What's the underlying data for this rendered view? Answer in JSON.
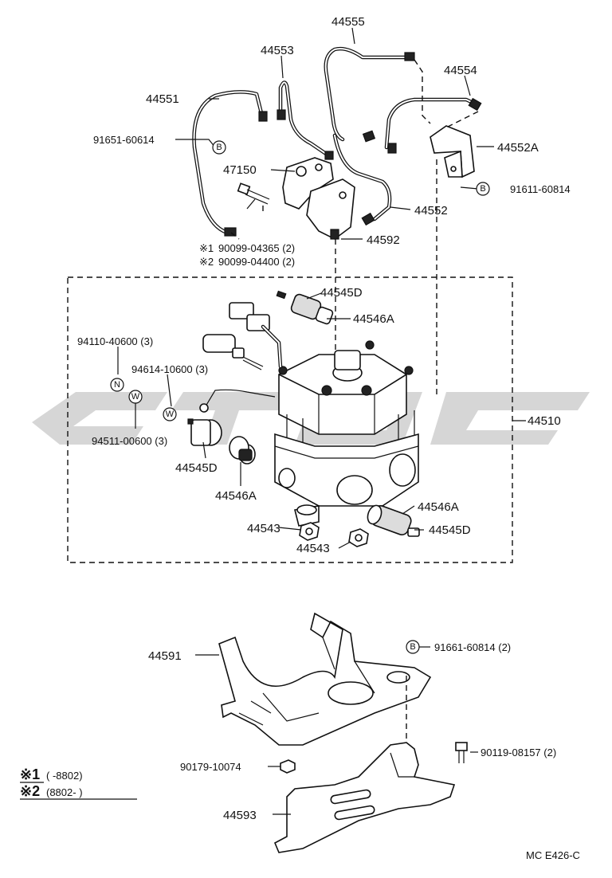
{
  "parts": {
    "p44555": "44555",
    "p44553": "44553",
    "p44554": "44554",
    "p44551": "44551",
    "p91651_60614": "91651-60614",
    "p47150": "47150",
    "p44552A": "44552A",
    "p91611_60814": "91611-60814",
    "p44552": "44552",
    "p44592": "44592",
    "note1_part": "90099-04365 (2)",
    "note2_part": "90099-04400 (2)",
    "note1_mark": "※1",
    "note2_mark": "※2",
    "p44545D_top": "44545D",
    "p44546A_top": "44546A",
    "p94110_40600": "94110-40600 (3)",
    "p94614_10600": "94614-10600 (3)",
    "p44510": "44510",
    "p94511_00600": "94511-00600 (3)",
    "p44545D_left": "44545D",
    "p44546A_left": "44546A",
    "p44546A_right": "44546A",
    "p44545D_right": "44545D",
    "p44543_a": "44543",
    "p44543_b": "44543",
    "p44591": "44591",
    "p91661_60814": "91661-60814 (2)",
    "p90179_10074": "90179-10074",
    "p90119_08157": "90119-08157 (2)",
    "p44593": "44593"
  },
  "symbols": {
    "B": "B",
    "N": "N",
    "W": "W"
  },
  "legend": {
    "mark1": "※1",
    "range1": "(        -8802)",
    "mark2": "※2",
    "range2": "(8802-        )"
  },
  "diagram_code": "MC E426-C"
}
